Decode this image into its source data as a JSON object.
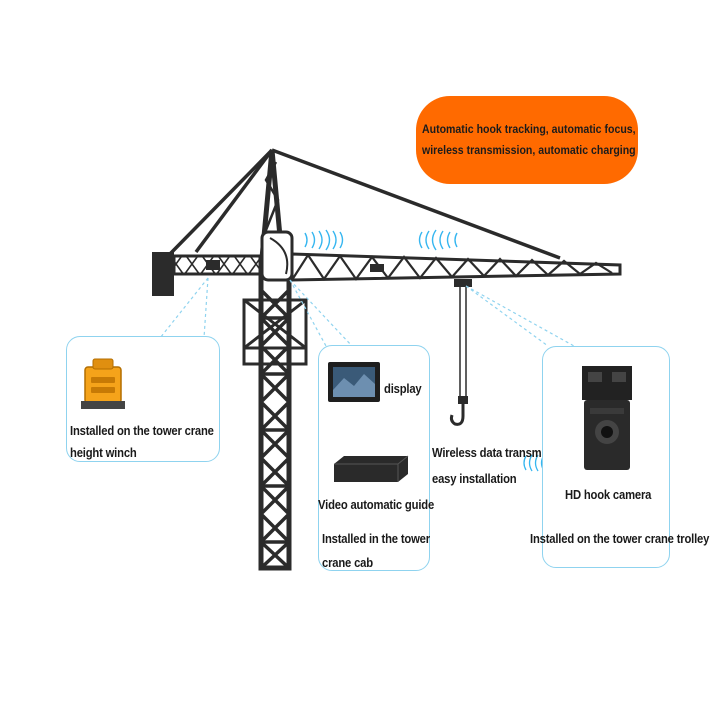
{
  "banner": {
    "line1": "Automatic hook tracking, automatic focus,",
    "line2": "wireless transmission, automatic charging",
    "color": "#ff6a00"
  },
  "winch_card": {
    "caption_line1": "Installed on the tower crane",
    "caption_line2": "height winch",
    "icon": "winch-sensor-icon"
  },
  "cab_card": {
    "display_label": "display",
    "guide_label": "Video automatic guide",
    "caption_line1": "Installed in the tower",
    "caption_line2": "crane cab",
    "display_icon": "monitor-icon",
    "guide_icon": "video-box-icon"
  },
  "wireless": {
    "line1": "Wireless data transmission,",
    "line2": "easy installation"
  },
  "camera_card": {
    "camera_label": "HD hook camera",
    "caption": "Installed on the tower crane trolley",
    "icon": "hd-camera-icon"
  },
  "colors": {
    "crane": "#2b2b2b",
    "card_border": "#8fd3ef",
    "signal": "#36b6f0"
  }
}
